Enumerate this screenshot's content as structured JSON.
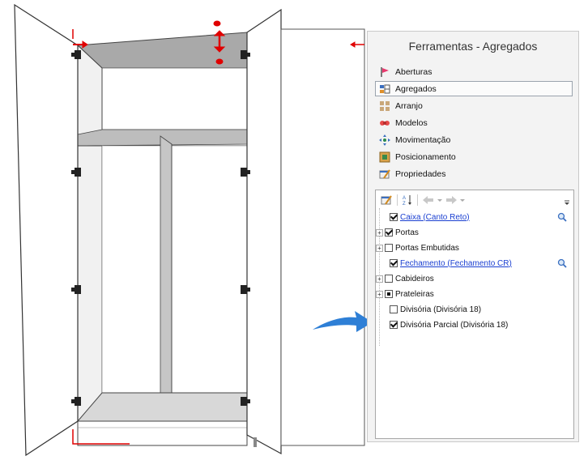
{
  "panel": {
    "title": "Ferramentas - Agregados",
    "tools": [
      {
        "label": "Aberturas",
        "icon": "flag-icon",
        "active": false
      },
      {
        "label": "Agregados",
        "icon": "aggregates-icon",
        "active": true
      },
      {
        "label": "Arranjo",
        "icon": "grid-icon",
        "active": false
      },
      {
        "label": "Modelos",
        "icon": "models-icon",
        "active": false
      },
      {
        "label": "Movimentação",
        "icon": "move-icon",
        "active": false
      },
      {
        "label": "Posicionamento",
        "icon": "position-icon",
        "active": false
      },
      {
        "label": "Propriedades",
        "icon": "properties-icon",
        "active": false
      }
    ],
    "tree": {
      "items": [
        {
          "label": "Caixa (Canto Reto)",
          "link": true,
          "checked": "checked",
          "expander": "none",
          "magnifier": true
        },
        {
          "label": "Portas",
          "link": false,
          "checked": "checked",
          "expander": "plus",
          "magnifier": false
        },
        {
          "label": "Portas Embutidas",
          "link": false,
          "checked": "unchecked",
          "expander": "plus",
          "magnifier": false
        },
        {
          "label": "Fechamento (Fechamento CR)",
          "link": true,
          "checked": "checked",
          "expander": "none",
          "magnifier": true
        },
        {
          "label": "Cabideiros",
          "link": false,
          "checked": "unchecked",
          "expander": "plus",
          "magnifier": false
        },
        {
          "label": "Prateleiras",
          "link": false,
          "checked": "partial",
          "expander": "plus",
          "magnifier": false
        },
        {
          "label": "Divisória (Divisória 18)",
          "link": false,
          "checked": "unchecked",
          "expander": "none",
          "magnifier": false
        },
        {
          "label": "Divisória Parcial (Divisória 18)",
          "link": false,
          "checked": "checked",
          "expander": "none",
          "magnifier": false
        }
      ]
    }
  },
  "colors": {
    "accent_blue": "#2e7fd6",
    "dimension_red": "#e00000",
    "link_blue": "#1a3fd1"
  }
}
